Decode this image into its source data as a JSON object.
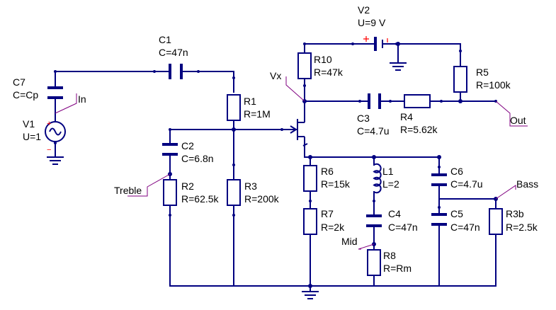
{
  "components": {
    "v2": {
      "name": "V2",
      "value": "U=9 V"
    },
    "c1": {
      "name": "C1",
      "value": "C=47n"
    },
    "c7": {
      "name": "C7",
      "value": "C=Cp"
    },
    "v1": {
      "name": "V1",
      "value": "U=1"
    },
    "r10": {
      "name": "R10",
      "value": "R=47k"
    },
    "r5": {
      "name": "R5",
      "value": "R=100k"
    },
    "r1": {
      "name": "R1",
      "value": "R=1M"
    },
    "c3": {
      "name": "C3",
      "value": "C=4.7u"
    },
    "r4": {
      "name": "R4",
      "value": "R=5.62k"
    },
    "c2": {
      "name": "C2",
      "value": "C=6.8n"
    },
    "r2": {
      "name": "R2",
      "value": "R=62.5k"
    },
    "r3": {
      "name": "R3",
      "value": "R=200k"
    },
    "r6": {
      "name": "R6",
      "value": "R=15k"
    },
    "l1": {
      "name": "L1",
      "value": "L=2"
    },
    "c6": {
      "name": "C6",
      "value": "C=4.7u"
    },
    "r7": {
      "name": "R7",
      "value": "R=2k"
    },
    "c4": {
      "name": "C4",
      "value": "C=47n"
    },
    "c5": {
      "name": "C5",
      "value": "C=47n"
    },
    "r3b": {
      "name": "R3b",
      "value": "R=2.5k"
    },
    "r8": {
      "name": "R8",
      "value": "R=Rm"
    }
  },
  "net_labels": {
    "in": "In",
    "out": "Out",
    "vx": "Vx",
    "treble": "Treble",
    "bass": "Bass",
    "mid": "Mid"
  },
  "source_polarity": {
    "plus": "+",
    "minus": "−"
  }
}
